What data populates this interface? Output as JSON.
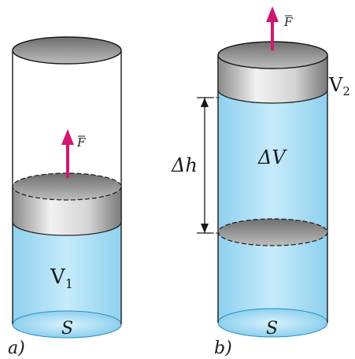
{
  "figure_a": {
    "caption": "a)",
    "force_label": "F",
    "volume_label": "V",
    "volume_subscript": "1",
    "area_label": "S"
  },
  "figure_b": {
    "caption": "b)",
    "force_label": "F",
    "volume_label": "V",
    "volume_subscript": "2",
    "height_label": "Δh",
    "delta_volume_label": "ΔV",
    "area_label": "S"
  },
  "colors": {
    "liquid": "#a8dcf3",
    "piston": "#c9c9c9",
    "force_arrow": "#d0186f"
  }
}
